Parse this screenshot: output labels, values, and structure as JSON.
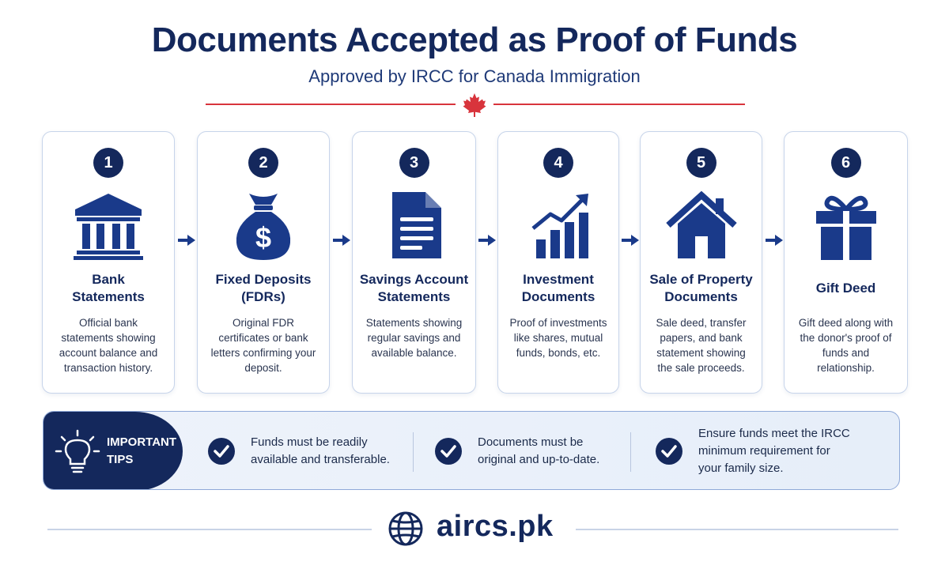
{
  "header": {
    "title": "Documents Accepted as Proof of Funds",
    "subtitle": "Approved by IRCC for Canada Immigration"
  },
  "colors": {
    "navy": "#14285c",
    "accent_red": "#d8343c",
    "card_border": "#c7d4ea",
    "tips_background": "#e9f0fa"
  },
  "cards": [
    {
      "number": "1",
      "icon": "bank-icon",
      "title": "Bank\nStatements",
      "description": "Official bank statements showing account balance and transaction history."
    },
    {
      "number": "2",
      "icon": "money-bag-icon",
      "title": "Fixed Deposits\n(FDRs)",
      "description": "Original FDR certificates or bank letters confirming your deposit."
    },
    {
      "number": "3",
      "icon": "document-icon",
      "title": "Savings Account\nStatements",
      "description": "Statements showing regular savings and available balance."
    },
    {
      "number": "4",
      "icon": "growth-chart-icon",
      "title": "Investment\nDocuments",
      "description": "Proof of investments like shares, mutual funds, bonds, etc."
    },
    {
      "number": "5",
      "icon": "house-icon",
      "title": "Sale of Property\nDocuments",
      "description": "Sale deed, transfer papers, and bank statement showing the sale proceeds."
    },
    {
      "number": "6",
      "icon": "gift-icon",
      "title": "Gift Deed",
      "description": "Gift deed along with the donor's proof of funds and relationship."
    }
  ],
  "tips": {
    "heading": "IMPORTANT\nTIPS",
    "items": [
      "Funds must be readily\navailable and transferable.",
      "Documents must be\noriginal and up-to-date.",
      "Ensure funds meet the IRCC\nminimum requirement for\nyour family size."
    ]
  },
  "footer": {
    "brand": "aircs.pk"
  }
}
